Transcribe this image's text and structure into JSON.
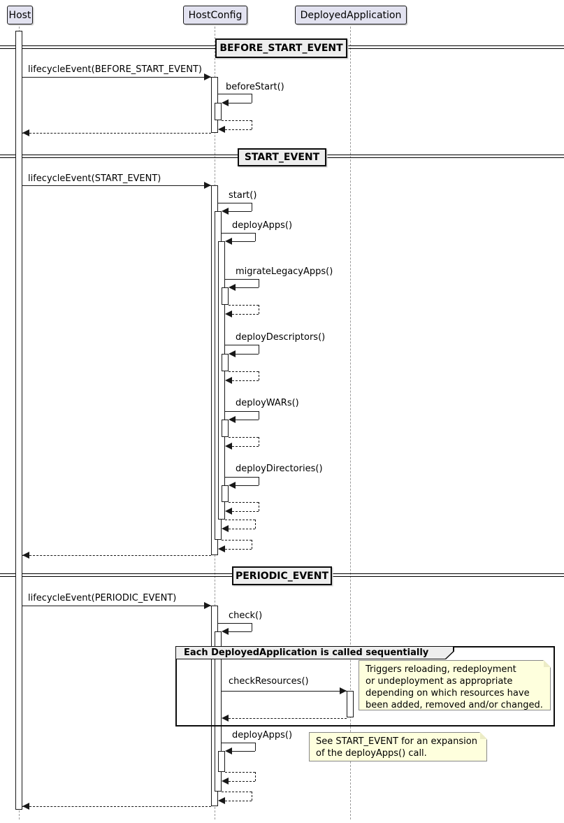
{
  "diagram": {
    "participants": [
      {
        "label": "Host"
      },
      {
        "label": "HostConfig"
      },
      {
        "label": "DeployedApplication"
      }
    ],
    "dividers": [
      {
        "label": "BEFORE_START_EVENT"
      },
      {
        "label": "START_EVENT"
      },
      {
        "label": "PERIODIC_EVENT"
      }
    ],
    "messages": {
      "lifecycle_before_start": "lifecycleEvent(BEFORE_START_EVENT)",
      "before_start": "beforeStart()",
      "lifecycle_start": "lifecycleEvent(START_EVENT)",
      "start": "start()",
      "deploy_apps": "deployApps()",
      "migrate_legacy_apps": "migrateLegacyApps()",
      "deploy_descriptors": "deployDescriptors()",
      "deploy_wars": "deployWARs()",
      "deploy_directories": "deployDirectories()",
      "lifecycle_periodic": "lifecycleEvent(PERIODIC_EVENT)",
      "check": "check()",
      "check_resources": "checkResources()",
      "deploy_apps_periodic": "deployApps()"
    },
    "group": {
      "label": "Each DeployedApplication is called sequentially"
    },
    "notes": {
      "check_resources_note": "Triggers reloading, redeployment\nor undeployment as appropriate\ndepending on which resources have\nbeen added, removed and/or changed.",
      "deploy_apps_note": "See START_EVENT for an expansion\nof the deployApps() call."
    },
    "colors": {
      "participant_fill": "#E2E2F0",
      "participant_border": "#181818",
      "divider_fill": "#EEEEEE",
      "group_header_fill": "#EEEEEE",
      "note_fill": "#FEFFDD",
      "note_border": "#888888",
      "line": "#181818",
      "lifeline": "#9A9A9A"
    }
  }
}
